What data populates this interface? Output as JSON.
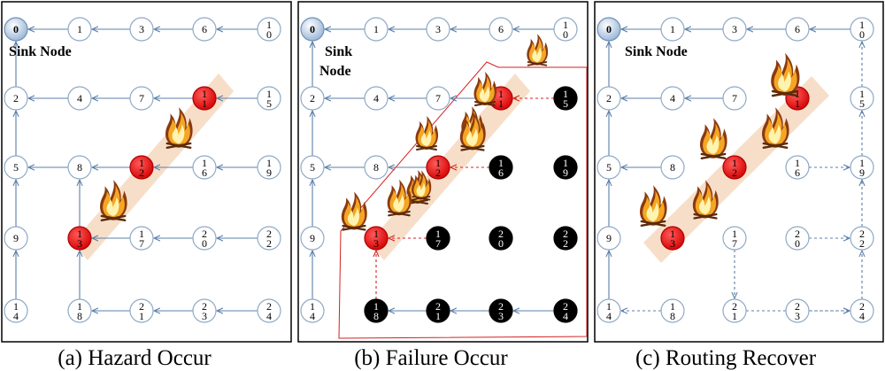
{
  "panels": [
    {
      "id": "a",
      "caption": "(a) Hazard Occur",
      "sink_label": "Sink Node",
      "nodes": [
        {
          "id": "0",
          "label": "0",
          "state": "sink"
        },
        {
          "id": "1",
          "label": "1",
          "state": "normal"
        },
        {
          "id": "3",
          "label": "3",
          "state": "normal"
        },
        {
          "id": "6",
          "label": "6",
          "state": "normal"
        },
        {
          "id": "10",
          "label": "1 0",
          "state": "normal"
        },
        {
          "id": "2",
          "label": "2",
          "state": "normal"
        },
        {
          "id": "4",
          "label": "4",
          "state": "normal"
        },
        {
          "id": "7",
          "label": "7",
          "state": "normal"
        },
        {
          "id": "11",
          "label": "1 1",
          "state": "burning"
        },
        {
          "id": "15",
          "label": "1 5",
          "state": "normal"
        },
        {
          "id": "5",
          "label": "5",
          "state": "normal"
        },
        {
          "id": "8",
          "label": "8",
          "state": "normal"
        },
        {
          "id": "12",
          "label": "1 2",
          "state": "burning"
        },
        {
          "id": "16",
          "label": "1 6",
          "state": "normal"
        },
        {
          "id": "19",
          "label": "1 9",
          "state": "normal"
        },
        {
          "id": "9",
          "label": "9",
          "state": "normal"
        },
        {
          "id": "13",
          "label": "1 3",
          "state": "burning"
        },
        {
          "id": "17",
          "label": "1 7",
          "state": "normal"
        },
        {
          "id": "20",
          "label": "2 0",
          "state": "normal"
        },
        {
          "id": "22",
          "label": "2 2",
          "state": "normal"
        },
        {
          "id": "14",
          "label": "1 4",
          "state": "normal"
        },
        {
          "id": "18",
          "label": "1 8",
          "state": "normal"
        },
        {
          "id": "21",
          "label": "2 1",
          "state": "normal"
        },
        {
          "id": "23",
          "label": "2 3",
          "state": "normal"
        },
        {
          "id": "24",
          "label": "2 4",
          "state": "normal"
        }
      ],
      "edges": [
        {
          "from": "1",
          "to": "0",
          "style": "solid"
        },
        {
          "from": "3",
          "to": "1",
          "style": "solid"
        },
        {
          "from": "6",
          "to": "3",
          "style": "solid"
        },
        {
          "from": "10",
          "to": "6",
          "style": "solid"
        },
        {
          "from": "2",
          "to": "0",
          "style": "solid"
        },
        {
          "from": "4",
          "to": "2",
          "style": "solid"
        },
        {
          "from": "7",
          "to": "4",
          "style": "solid"
        },
        {
          "from": "11",
          "to": "7",
          "style": "solid"
        },
        {
          "from": "15",
          "to": "11",
          "style": "solid"
        },
        {
          "from": "5",
          "to": "2",
          "style": "solid"
        },
        {
          "from": "8",
          "to": "5",
          "style": "solid"
        },
        {
          "from": "12",
          "to": "8",
          "style": "solid"
        },
        {
          "from": "16",
          "to": "12",
          "style": "solid"
        },
        {
          "from": "19",
          "to": "16",
          "style": "solid"
        },
        {
          "from": "9",
          "to": "5",
          "style": "solid"
        },
        {
          "from": "13",
          "to": "8",
          "style": "solid"
        },
        {
          "from": "17",
          "to": "13",
          "style": "solid"
        },
        {
          "from": "20",
          "to": "17",
          "style": "solid"
        },
        {
          "from": "22",
          "to": "20",
          "style": "solid"
        },
        {
          "from": "14",
          "to": "9",
          "style": "solid"
        },
        {
          "from": "18",
          "to": "13",
          "style": "solid"
        },
        {
          "from": "21",
          "to": "18",
          "style": "solid"
        },
        {
          "from": "23",
          "to": "21",
          "style": "solid"
        },
        {
          "from": "24",
          "to": "23",
          "style": "solid"
        }
      ]
    },
    {
      "id": "b",
      "caption": "(b) Failure Occur",
      "sink_label": "Sink Node",
      "nodes": [
        {
          "id": "0",
          "label": "0",
          "state": "sink"
        },
        {
          "id": "1",
          "label": "1",
          "state": "normal"
        },
        {
          "id": "3",
          "label": "3",
          "state": "normal"
        },
        {
          "id": "6",
          "label": "6",
          "state": "normal"
        },
        {
          "id": "10",
          "label": "1 0",
          "state": "normal"
        },
        {
          "id": "2",
          "label": "2",
          "state": "normal"
        },
        {
          "id": "4",
          "label": "4",
          "state": "normal"
        },
        {
          "id": "7",
          "label": "7",
          "state": "normal"
        },
        {
          "id": "11",
          "label": "1 1",
          "state": "burning"
        },
        {
          "id": "15",
          "label": "1 5",
          "state": "failed"
        },
        {
          "id": "5",
          "label": "5",
          "state": "normal"
        },
        {
          "id": "8",
          "label": "8",
          "state": "normal"
        },
        {
          "id": "12",
          "label": "1 2",
          "state": "burning"
        },
        {
          "id": "16",
          "label": "1 6",
          "state": "failed"
        },
        {
          "id": "19",
          "label": "1 9",
          "state": "failed"
        },
        {
          "id": "9",
          "label": "9",
          "state": "normal"
        },
        {
          "id": "13",
          "label": "1 3",
          "state": "burning"
        },
        {
          "id": "17",
          "label": "1 7",
          "state": "failed"
        },
        {
          "id": "20",
          "label": "2 0",
          "state": "failed"
        },
        {
          "id": "22",
          "label": "2 2",
          "state": "failed"
        },
        {
          "id": "14",
          "label": "1 4",
          "state": "normal"
        },
        {
          "id": "18",
          "label": "1 8",
          "state": "failed"
        },
        {
          "id": "21",
          "label": "2 1",
          "state": "failed"
        },
        {
          "id": "23",
          "label": "2 3",
          "state": "failed"
        },
        {
          "id": "24",
          "label": "2 4",
          "state": "failed"
        }
      ],
      "edges": [
        {
          "from": "1",
          "to": "0",
          "style": "solid"
        },
        {
          "from": "3",
          "to": "1",
          "style": "solid"
        },
        {
          "from": "6",
          "to": "3",
          "style": "solid"
        },
        {
          "from": "10",
          "to": "6",
          "style": "solid"
        },
        {
          "from": "2",
          "to": "0",
          "style": "solid"
        },
        {
          "from": "4",
          "to": "2",
          "style": "solid"
        },
        {
          "from": "7",
          "to": "4",
          "style": "solid"
        },
        {
          "from": "11",
          "to": "7",
          "style": "solid"
        },
        {
          "from": "15",
          "to": "11",
          "style": "red-dashed"
        },
        {
          "from": "5",
          "to": "2",
          "style": "solid"
        },
        {
          "from": "8",
          "to": "5",
          "style": "solid"
        },
        {
          "from": "12",
          "to": "8",
          "style": "solid"
        },
        {
          "from": "16",
          "to": "12",
          "style": "red-dashed"
        },
        {
          "from": "9",
          "to": "5",
          "style": "solid"
        },
        {
          "from": "17",
          "to": "13",
          "style": "red-dashed"
        },
        {
          "from": "18",
          "to": "13",
          "style": "red-dashed"
        },
        {
          "from": "14",
          "to": "9",
          "style": "solid"
        },
        {
          "from": "21",
          "to": "18",
          "style": "solid"
        },
        {
          "from": "23",
          "to": "21",
          "style": "solid"
        },
        {
          "from": "24",
          "to": "23",
          "style": "solid"
        }
      ]
    },
    {
      "id": "c",
      "caption": "(c) Routing Recover",
      "sink_label": "Sink Node",
      "nodes": [
        {
          "id": "0",
          "label": "0",
          "state": "sink"
        },
        {
          "id": "1",
          "label": "1",
          "state": "normal"
        },
        {
          "id": "3",
          "label": "3",
          "state": "normal"
        },
        {
          "id": "6",
          "label": "6",
          "state": "normal"
        },
        {
          "id": "10",
          "label": "1 0",
          "state": "normal"
        },
        {
          "id": "2",
          "label": "2",
          "state": "normal"
        },
        {
          "id": "4",
          "label": "4",
          "state": "normal"
        },
        {
          "id": "7",
          "label": "7",
          "state": "normal"
        },
        {
          "id": "11",
          "label": "1 1",
          "state": "burning"
        },
        {
          "id": "15",
          "label": "1 5",
          "state": "normal"
        },
        {
          "id": "5",
          "label": "5",
          "state": "normal"
        },
        {
          "id": "8",
          "label": "8",
          "state": "normal"
        },
        {
          "id": "12",
          "label": "1 2",
          "state": "burning"
        },
        {
          "id": "16",
          "label": "1 6",
          "state": "normal"
        },
        {
          "id": "19",
          "label": "1 9",
          "state": "normal"
        },
        {
          "id": "9",
          "label": "9",
          "state": "normal"
        },
        {
          "id": "13",
          "label": "1 3",
          "state": "burning"
        },
        {
          "id": "17",
          "label": "1 7",
          "state": "normal"
        },
        {
          "id": "20",
          "label": "2 0",
          "state": "normal"
        },
        {
          "id": "22",
          "label": "2 2",
          "state": "normal"
        },
        {
          "id": "14",
          "label": "1 4",
          "state": "normal"
        },
        {
          "id": "18",
          "label": "1 8",
          "state": "normal"
        },
        {
          "id": "21",
          "label": "2 1",
          "state": "normal"
        },
        {
          "id": "23",
          "label": "2 3",
          "state": "normal"
        },
        {
          "id": "24",
          "label": "2 4",
          "state": "normal"
        }
      ],
      "edges": [
        {
          "from": "1",
          "to": "0",
          "style": "solid"
        },
        {
          "from": "3",
          "to": "1",
          "style": "solid"
        },
        {
          "from": "6",
          "to": "3",
          "style": "solid"
        },
        {
          "from": "10",
          "to": "6",
          "style": "solid"
        },
        {
          "from": "2",
          "to": "0",
          "style": "solid"
        },
        {
          "from": "4",
          "to": "2",
          "style": "solid"
        },
        {
          "from": "7",
          "to": "4",
          "style": "solid"
        },
        {
          "from": "5",
          "to": "2",
          "style": "solid"
        },
        {
          "from": "8",
          "to": "5",
          "style": "solid"
        },
        {
          "from": "9",
          "to": "5",
          "style": "solid"
        },
        {
          "from": "14",
          "to": "9",
          "style": "solid"
        },
        {
          "from": "15",
          "to": "10",
          "style": "blue-dashed"
        },
        {
          "from": "19",
          "to": "15",
          "style": "blue-dashed"
        },
        {
          "from": "16",
          "to": "19",
          "style": "blue-dashed"
        },
        {
          "from": "22",
          "to": "19",
          "style": "blue-dashed"
        },
        {
          "from": "20",
          "to": "22",
          "style": "blue-dashed"
        },
        {
          "from": "24",
          "to": "22",
          "style": "blue-dashed"
        },
        {
          "from": "17",
          "to": "21",
          "style": "blue-dashed"
        },
        {
          "from": "21",
          "to": "24",
          "style": "blue-dashed"
        },
        {
          "from": "23",
          "to": "24",
          "style": "blue-dashed"
        },
        {
          "from": "18",
          "to": "14",
          "style": "blue-dashed"
        }
      ]
    }
  ],
  "colors": {
    "edge": "#5b7fa8",
    "node_border": "#8fa9c5",
    "burning_fill": "#e60000",
    "failed_fill": "#000000",
    "sink_fill": "#b8cde6",
    "failure_dashed": "#d42020",
    "hazard_band": "#f6d8c0",
    "failure_region": "#d42020"
  }
}
